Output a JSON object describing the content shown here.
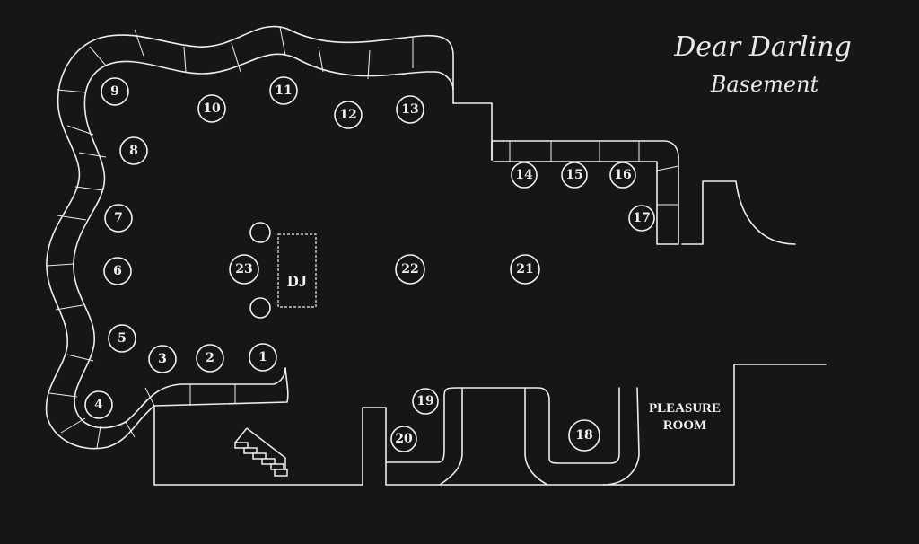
{
  "title": {
    "line1": "Dear Darling",
    "line2": "Basement"
  },
  "dj_label": "DJ",
  "room_label": {
    "line1": "PLEASURE",
    "line2": "ROOM"
  },
  "tables": [
    "1",
    "2",
    "3",
    "4",
    "5",
    "6",
    "7",
    "8",
    "9",
    "10",
    "11",
    "12",
    "13",
    "14",
    "15",
    "16",
    "17",
    "18",
    "19",
    "20",
    "21",
    "22",
    "23"
  ],
  "colors": {
    "background": "#161616",
    "line": "#ededed"
  },
  "icons": {
    "stairs": "stairs-icon"
  }
}
